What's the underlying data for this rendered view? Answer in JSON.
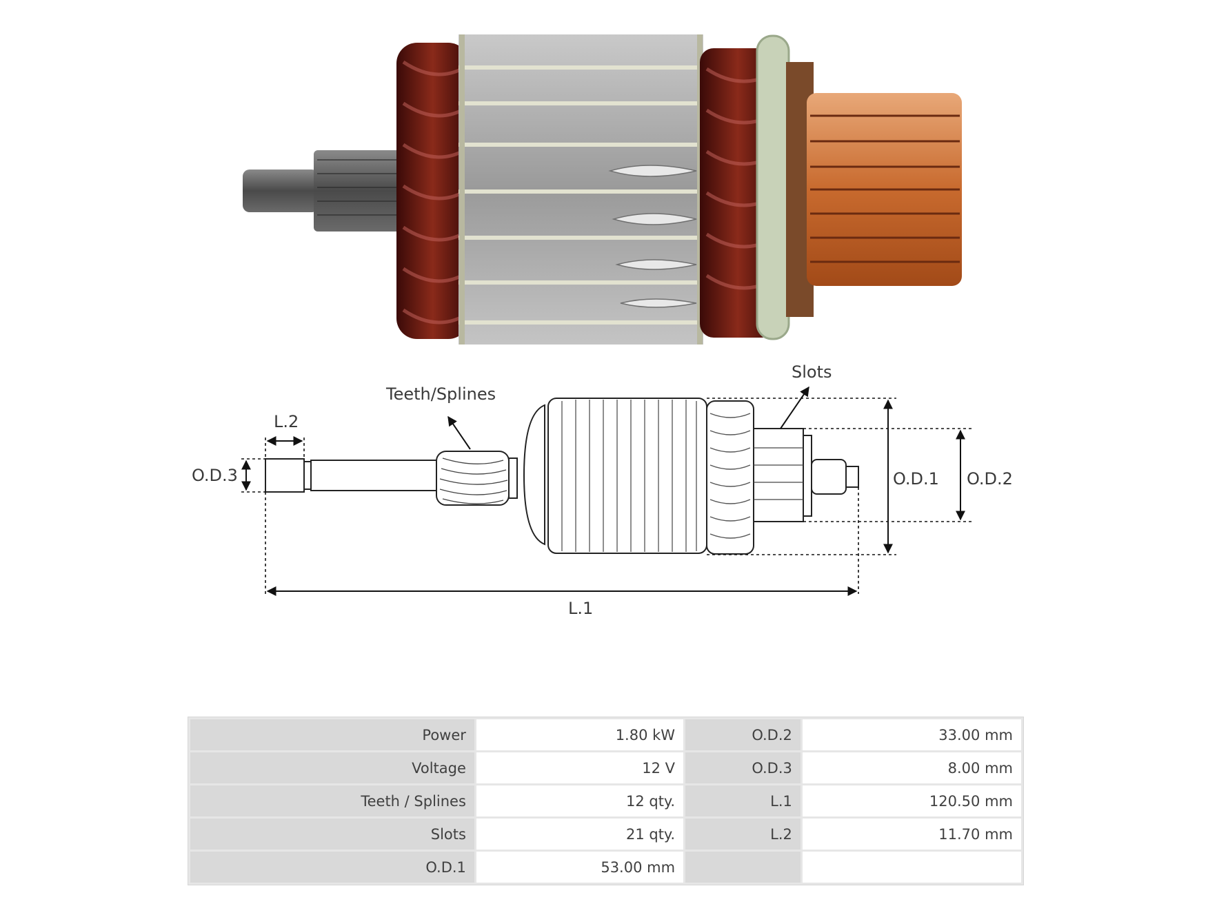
{
  "diagram": {
    "labels": {
      "teeth_splines": "Teeth/Splines",
      "slots": "Slots",
      "l2": "L.2",
      "od3": "O.D.3",
      "od1": "O.D.1",
      "od2": "O.D.2",
      "l1": "L.1"
    }
  },
  "specs": {
    "rows": [
      {
        "k1": "Power",
        "v1": "1.80 kW",
        "k2": "O.D.2",
        "v2": "33.00 mm"
      },
      {
        "k1": "Voltage",
        "v1": "12 V",
        "k2": "O.D.3",
        "v2": "8.00 mm"
      },
      {
        "k1": "Teeth / Splines",
        "v1": "12 qty.",
        "k2": "L.1",
        "v2": "120.50 mm"
      },
      {
        "k1": "Slots",
        "v1": "21 qty.",
        "k2": "L.2",
        "v2": "11.70 mm"
      },
      {
        "k1": "O.D.1",
        "v1": "53.00 mm",
        "k2": "",
        "v2": ""
      }
    ]
  }
}
